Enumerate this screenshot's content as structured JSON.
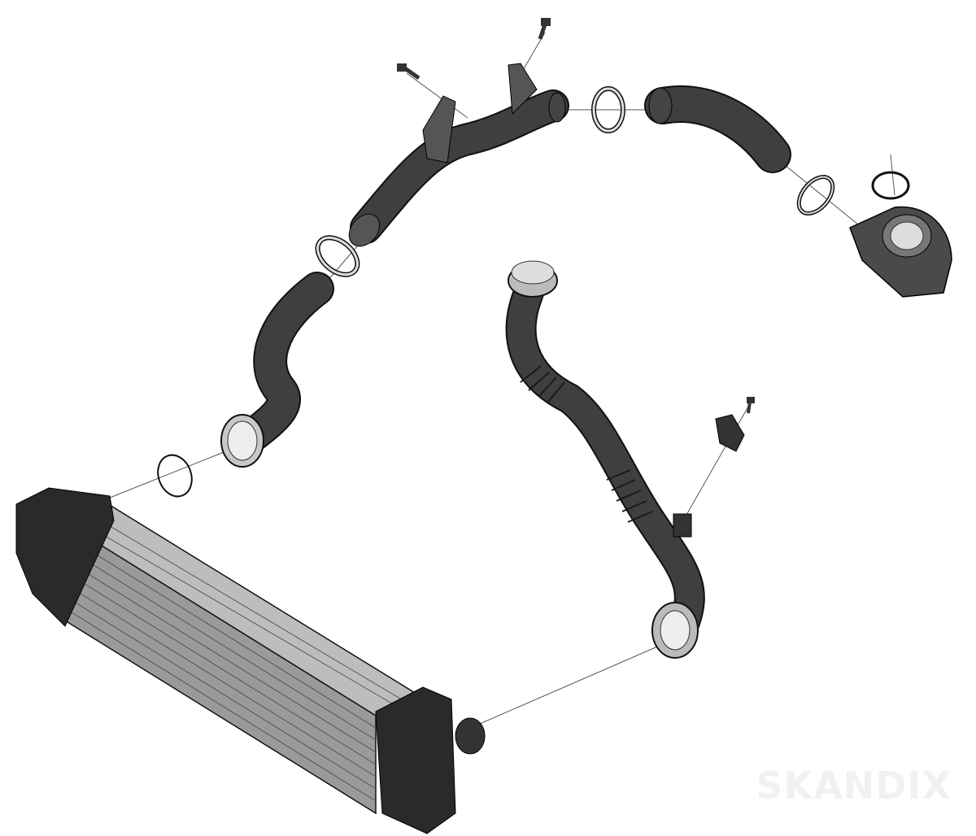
{
  "diagram": {
    "type": "exploded parts diagram",
    "parts": [
      "intercooler",
      "charge-air-hose-lower",
      "o-ring",
      "hose-clamp",
      "charge-air-pipe",
      "bolt",
      "rubber-hose",
      "throttle-housing",
      "intake-pipe-corrugated",
      "pressure-sensor",
      "sensor-bolt"
    ],
    "colors": {
      "part_dark": "#3f3f3f",
      "outline": "#111111",
      "core_gray": "#9a9a9a",
      "clamp": "#d8d8d8",
      "leader_line": "#555555"
    }
  },
  "watermark": "SKANDIX"
}
